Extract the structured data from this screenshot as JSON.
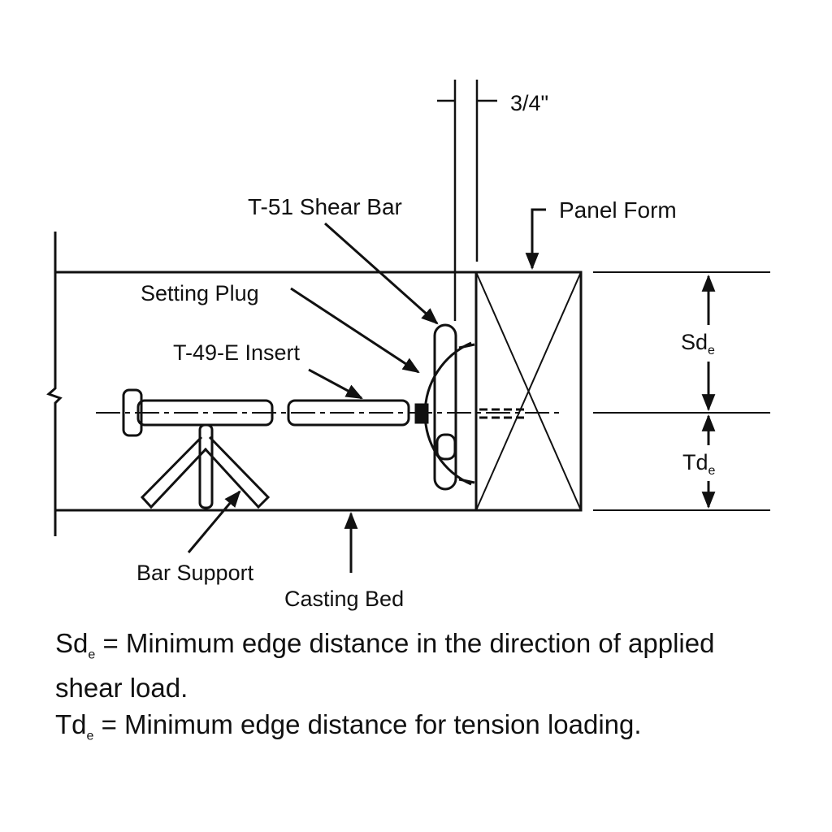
{
  "labels": {
    "gap_dimension": "3/4\"",
    "shear_bar": "T-51 Shear Bar",
    "panel_form": "Panel Form",
    "setting_plug": "Setting Plug",
    "insert": "T-49-E Insert",
    "sd": "Sd",
    "sd_sub": "e",
    "td": "Td",
    "td_sub": "e",
    "bar_support": "Bar Support",
    "casting_bed": "Casting Bed"
  },
  "notes": {
    "sd_symbol": "Sd",
    "sd_sub": "e",
    "sd_text": " = Minimum edge distance in the direction of applied shear load.",
    "td_symbol": "Td",
    "td_sub": "e",
    "td_text": " = Minimum edge distance for tension loading."
  }
}
